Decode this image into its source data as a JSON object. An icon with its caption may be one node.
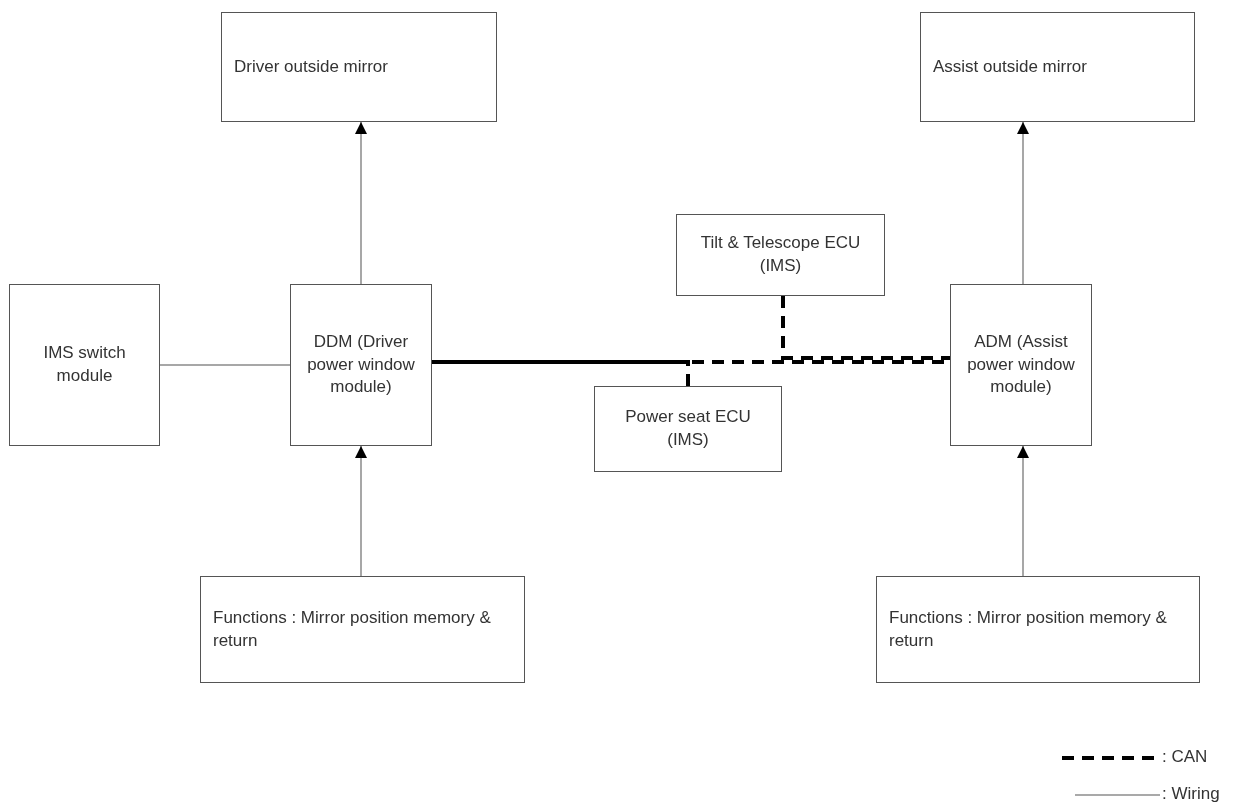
{
  "diagram": {
    "nodes": [
      {
        "text": [
          "Driver outside mirror"
        ]
      },
      {
        "text": [
          "Assist outside mirror"
        ]
      },
      {
        "text": [
          "Tilt & Telescope ECU (IMS)"
        ]
      },
      {
        "text": [
          "IMS switch module"
        ]
      },
      {
        "text": [
          "DDM (Driver power window module)"
        ]
      },
      {
        "text": [
          "ADM (Assist power window module)"
        ]
      },
      {
        "text": [
          "Power seat ECU (IMS)"
        ]
      },
      {
        "text": [
          "Functions : Mirror position memory & return"
        ]
      },
      {
        "text": [
          "Functions : Mirror position memory & return"
        ]
      }
    ],
    "edges": [
      {
        "from": 4,
        "to": 0,
        "arrow": "to"
      },
      {
        "from": 5,
        "to": 1,
        "arrow": "to"
      },
      {
        "from": 3,
        "to": 4,
        "arrow": "none"
      },
      {
        "from": 7,
        "to": 4,
        "arrow": "to"
      },
      {
        "from": 8,
        "to": 5,
        "arrow": "to"
      },
      {
        "from": 4,
        "to": 5,
        "arrow": "none",
        "style": "dashed",
        "color": "#000000"
      },
      {
        "from": 2,
        "to": 5,
        "arrow": "none",
        "style": "dashed",
        "color": "#000000"
      },
      {
        "from": 6,
        "to": 4,
        "arrow": "none",
        "style": "dashed",
        "color": "#000000"
      }
    ],
    "legend": [
      {
        "text": ": CAN"
      },
      {
        "text": ": Wiring"
      }
    ]
  }
}
